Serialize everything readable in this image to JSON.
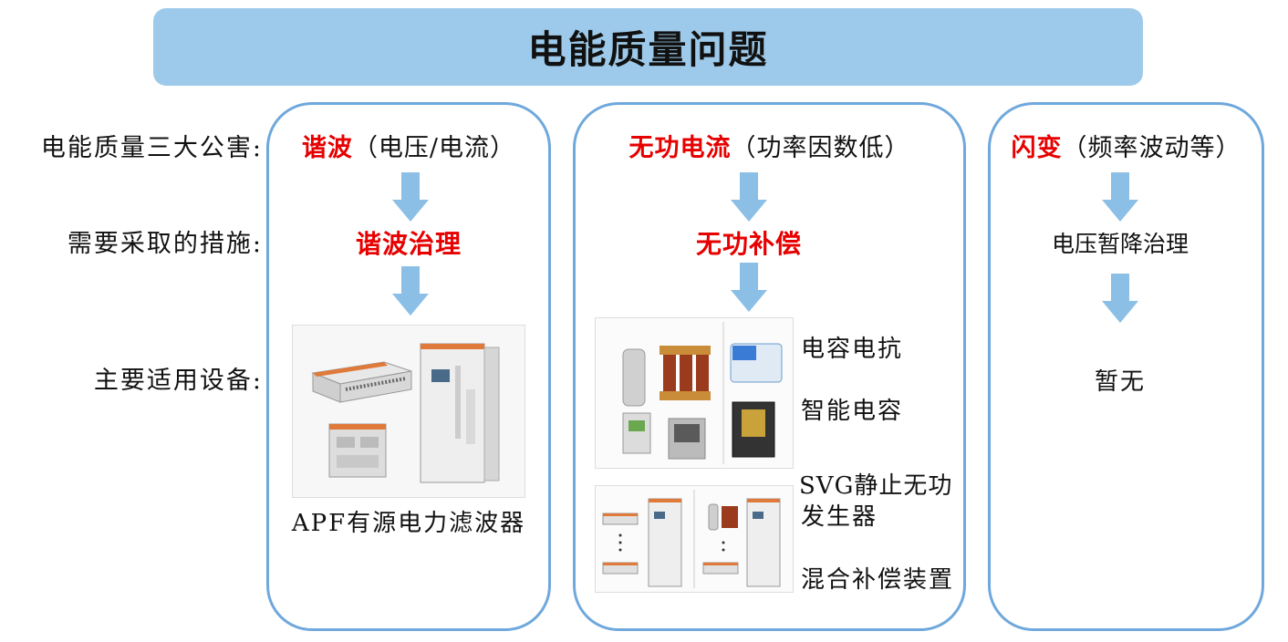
{
  "title": "电能质量问题",
  "rows": {
    "hazards": "电能质量三大公害:",
    "measures": "需要采取的措施:",
    "equipment": "主要适用设备:"
  },
  "columns": [
    {
      "problem": "谐波",
      "detail": "（电压/电流）",
      "measure": "谐波治理",
      "device_caption": "APF有源电力滤波器"
    },
    {
      "problem": "无功电流",
      "detail": "（功率因数低）",
      "measure": "无功补偿",
      "devices": [
        "电容电抗",
        "智能电容",
        "SVG静止无功",
        "发生器",
        "混合补偿装置"
      ]
    },
    {
      "problem": "闪变",
      "detail": "（频率波动等）",
      "measure": "电压暂降治理",
      "device_caption": "暂无"
    }
  ],
  "colors": {
    "title_bg": "#9dcaea",
    "panel_border": "#6fa8dc",
    "arrow": "#8bbfe6",
    "emphasis": "#e60000"
  },
  "icons": [
    "down-arrow-icon"
  ]
}
